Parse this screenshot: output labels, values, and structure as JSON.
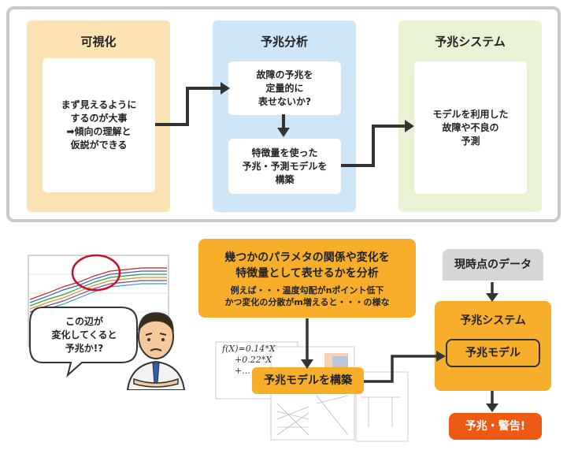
{
  "top": {
    "col1": {
      "title": "可視化",
      "lines": [
        "まず見えるように",
        "するのが大事",
        "➡傾向の理解と",
        "仮説ができる"
      ]
    },
    "col2": {
      "title": "予兆分析",
      "card1": [
        "故障の予兆を",
        "定量的に",
        "表せないか?"
      ],
      "card2": [
        "特徴量を使った",
        "予兆・予測モデルを",
        "構築"
      ]
    },
    "col3": {
      "title": "予兆システム",
      "lines": [
        "モデルを利用した",
        "故障や不良の",
        "予測"
      ]
    }
  },
  "bottom": {
    "bubble": [
      "この辺が",
      "変化してくると",
      "予兆か!?"
    ],
    "analysis": {
      "lines": [
        "幾つかのパラメタの関係や変化を",
        "特徴量として表せるかを分析"
      ],
      "example": [
        "例えば・・・温度勾配がnポイント低下",
        "かつ変化の分散がm増えると・・・の様な"
      ]
    },
    "formula": [
      "f(X)=0.14*X",
      "+0.22*X",
      "+..."
    ],
    "build_label": "予兆モデルを構築",
    "current_data": "現時点のデータ",
    "system": {
      "title": "予兆システム",
      "model": "予兆モデル"
    },
    "alert": "予兆・警告!"
  },
  "colors": {
    "col1_bg": "#fde2b3",
    "col2_bg": "#cde6f8",
    "col3_bg": "#e9f3d3",
    "arrow": "#333333",
    "orange": "#f7ae2b",
    "alert": "#ee5a14",
    "gray_tag": "#d6d6d6"
  }
}
